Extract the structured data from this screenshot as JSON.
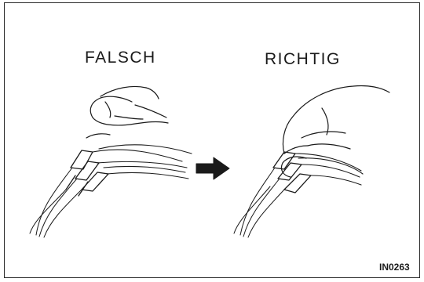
{
  "labels": {
    "wrong": "FALSCH",
    "right": "RICHTIG"
  },
  "figure_code": "IN0263",
  "icons": {
    "direction_arrow": "right-arrow-icon"
  },
  "colors": {
    "ink": "#1a1a1a",
    "background": "#ffffff"
  }
}
